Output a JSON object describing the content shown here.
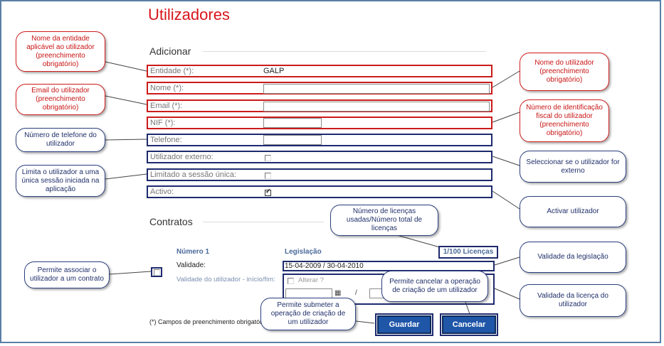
{
  "page": {
    "title": "Utilizadores"
  },
  "add_section": {
    "heading": "Adicionar",
    "fields": {
      "entidade": {
        "label": "Entidade (*):",
        "value": "GALP"
      },
      "nome": {
        "label": "Nome (*):",
        "value": ""
      },
      "email": {
        "label": "Email (*):",
        "value": ""
      },
      "nif": {
        "label": "NIF (*):",
        "value": ""
      },
      "telefone": {
        "label": "Telefone:",
        "value": ""
      },
      "externo": {
        "label": "Utilizador externo:",
        "checked": false
      },
      "sessao": {
        "label": "Limitado a sessão única:",
        "checked": false
      },
      "activo": {
        "label": "Activo:",
        "checked": true
      }
    }
  },
  "contracts": {
    "heading": "Contratos",
    "licenses": "1/100 Licenças",
    "number_label": "Número 1",
    "legislation_label": "Legislação",
    "validity_label": "Validade:",
    "validity_value": "15-04-2009 / 30-04-2010",
    "user_validity_label": "Validade do utilizador - início/fim:",
    "change_label": "Alterar ?",
    "date_separator": "/"
  },
  "footer": {
    "required_note": "(*) Campos de preenchimento obrigatório"
  },
  "buttons": {
    "save": "Guardar",
    "cancel": "Cancelar"
  },
  "callouts": {
    "entidade": "Nome da entidade aplicável ao utilizador (preenchimento obrigatório)",
    "email": "Email do utilizador (preenchimento obrigatório)",
    "telefone": "Número de telefone do utilizador",
    "sessao": "Limita o utilizador a uma única sessão iniciada na aplicação",
    "contrato": "Permite associar o utilizador a um contrato",
    "nome": "Nome do utilizador (preenchimento obrigatório)",
    "nif": "Número de identificação fiscal do utilizador (preenchimento obrigatório)",
    "externo": "Seleccionar se o utilizador for externo",
    "activo": "Activar utilizador",
    "licencas": "Número de licenças usadas/Número total de licenças",
    "legislacao": "Validade da legislação",
    "cancelar": "Permite cancelar a operação de criação de um utilizador",
    "validade_licenca": "Validade da licença do utilizador",
    "guardar": "Permite submeter a operação de criação de um utilizador"
  },
  "colors": {
    "title": "#d8151b",
    "red_outline": "#cc1b1b",
    "blue_outline": "#1e2a6e",
    "button": "#1f56a8"
  }
}
